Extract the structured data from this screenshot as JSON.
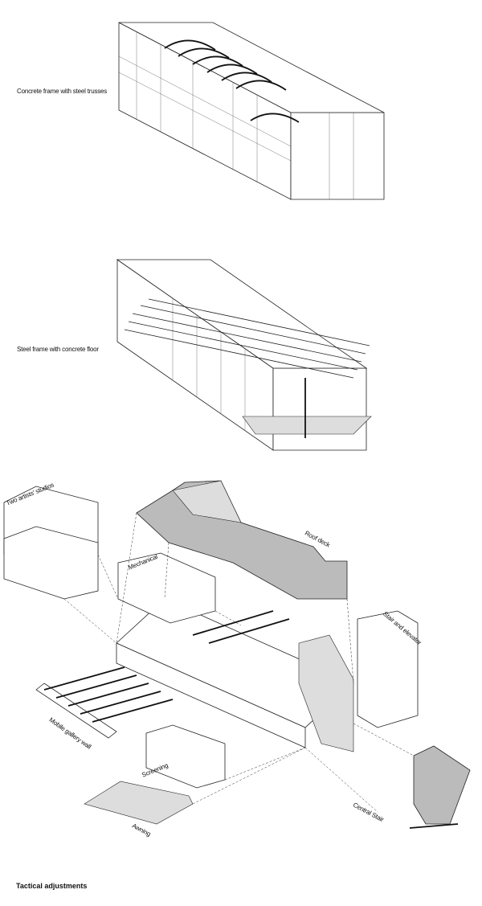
{
  "diagrams": [
    {
      "label": "Concrete frame with steel trusses"
    },
    {
      "label": "Steel frame with concrete floor"
    },
    {
      "label": "Tactical adjustments"
    }
  ],
  "exploded_labels": {
    "studios": "Two artists' studios",
    "mechanical": "Mechanical",
    "roof_deck": "Roof deck",
    "stair_elevator": "Stair and elevator",
    "gallery_wall": "Mobile gallery wall",
    "screening": "Screening",
    "awning": "Awning",
    "central_stair": "Central Stair"
  }
}
